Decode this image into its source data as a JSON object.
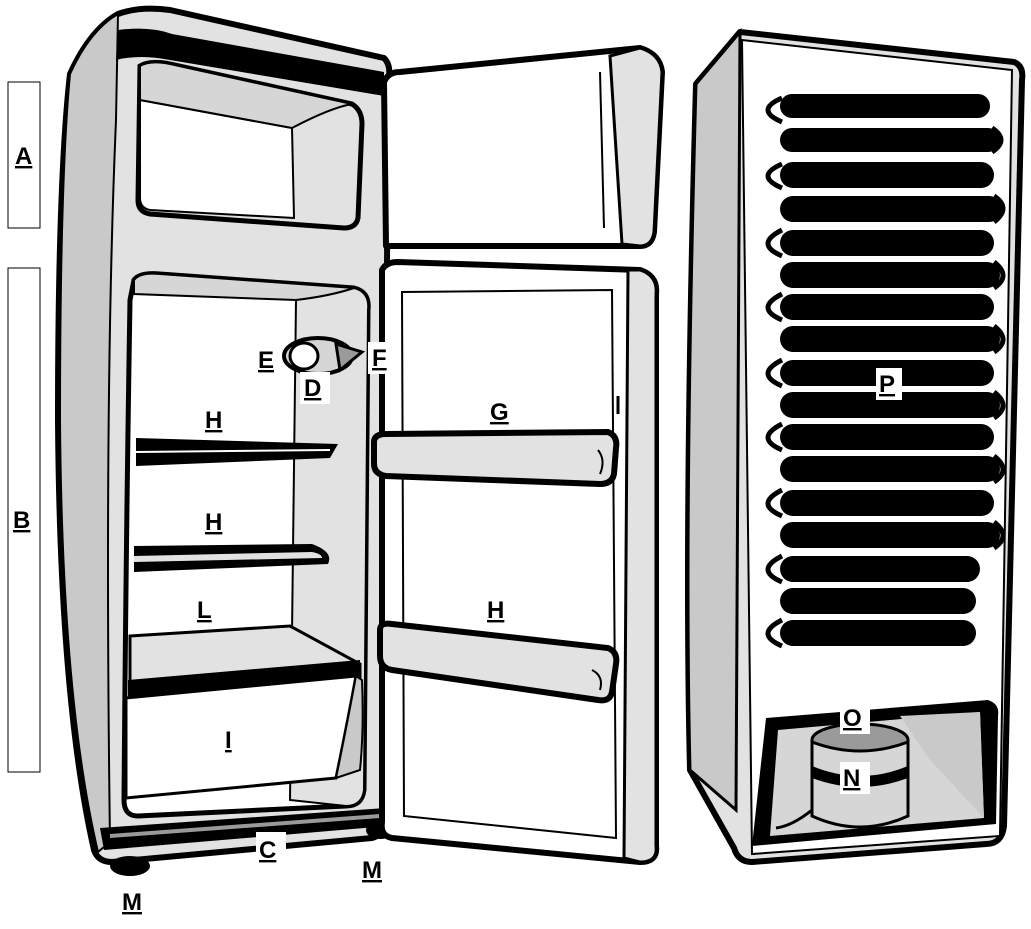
{
  "labels": {
    "A": "A",
    "B": "B",
    "C": "C",
    "D": "D",
    "E": "E",
    "F": "F",
    "G": "G",
    "H_fridge_upper": "H",
    "H_fridge_middle": "H",
    "H_door_lower": "H",
    "L": "L",
    "I": "I",
    "M_left": "M",
    "M_right": "M",
    "N": "N",
    "O": "O",
    "P": "P"
  },
  "colors": {
    "outline": "#000000",
    "light_fill": "#ffffff",
    "body_grey": "#e2e2e2",
    "mid_grey": "#c9c9c9",
    "dark_grey": "#9a9a9a"
  }
}
